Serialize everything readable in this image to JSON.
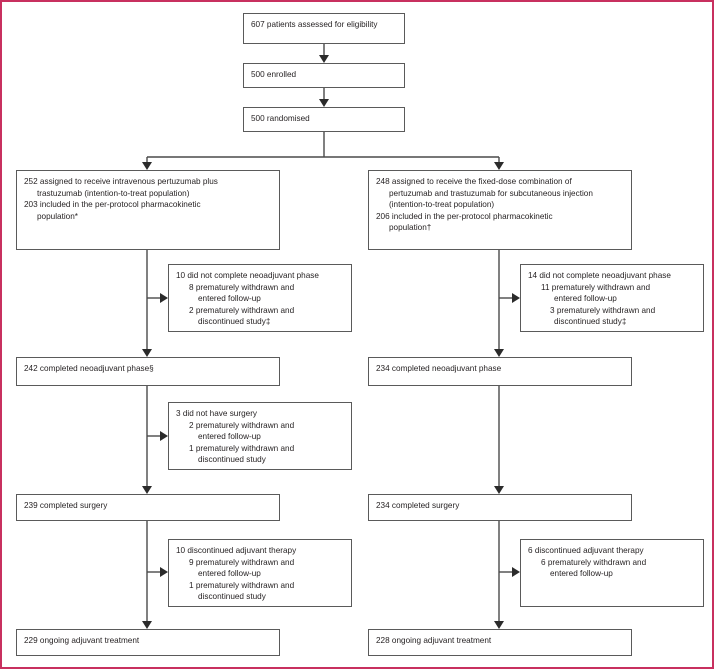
{
  "figure": {
    "type": "consort-flow-diagram",
    "border_color": "#c8305f",
    "box_border_color": "#5a5a5a",
    "text_color": "#231f20"
  },
  "nodes": {
    "assessed": {
      "lines": [
        "607 patients assessed for eligibility"
      ]
    },
    "enrolled": {
      "lines": [
        "500 enrolled"
      ]
    },
    "randomised": {
      "lines": [
        "500 randomised"
      ]
    },
    "left_assigned": {
      "lines": [
        "252 assigned to receive intravenous pertuzumab plus",
        "trastuzumab (intention-to-treat population)",
        "203 included in the per-protocol pharmacokinetic",
        "population*"
      ]
    },
    "right_assigned": {
      "lines": [
        "248 assigned to receive the fixed-dose combination of",
        "pertuzumab and trastuzumab for subcutaneous injection",
        "(intention-to-treat population)",
        "206 included in the per-protocol pharmacokinetic",
        "population†"
      ]
    },
    "left_neoadj_dropout": {
      "lines": [
        "10 did not complete neoadjuvant phase",
        "8 prematurely withdrawn and",
        "entered follow-up",
        "2 prematurely withdrawn and",
        "discontinued study‡"
      ]
    },
    "right_neoadj_dropout": {
      "lines": [
        "14 did not complete neoadjuvant phase",
        "11 prematurely withdrawn and",
        "entered follow-up",
        "3 prematurely withdrawn and",
        "discontinued study‡"
      ]
    },
    "left_neoadj_complete": {
      "lines": [
        "242 completed neoadjuvant phase§"
      ]
    },
    "right_neoadj_complete": {
      "lines": [
        "234 completed neoadjuvant phase"
      ]
    },
    "left_surgery_dropout": {
      "lines": [
        "3 did not have surgery",
        "2 prematurely withdrawn and",
        "entered follow-up",
        "1 prematurely withdrawn and",
        "discontinued study"
      ]
    },
    "left_surgery_complete": {
      "lines": [
        "239 completed surgery"
      ]
    },
    "right_surgery_complete": {
      "lines": [
        "234 completed surgery"
      ]
    },
    "left_adjuvant_dropout": {
      "lines": [
        "10 discontinued adjuvant therapy",
        "9 prematurely withdrawn and",
        "entered follow-up",
        "1 prematurely withdrawn and",
        "discontinued study"
      ]
    },
    "right_adjuvant_dropout": {
      "lines": [
        "6 discontinued adjuvant therapy",
        "6 prematurely withdrawn and",
        "entered follow-up"
      ]
    },
    "left_ongoing": {
      "lines": [
        "229 ongoing adjuvant treatment"
      ]
    },
    "right_ongoing": {
      "lines": [
        "228 ongoing adjuvant treatment"
      ]
    }
  }
}
